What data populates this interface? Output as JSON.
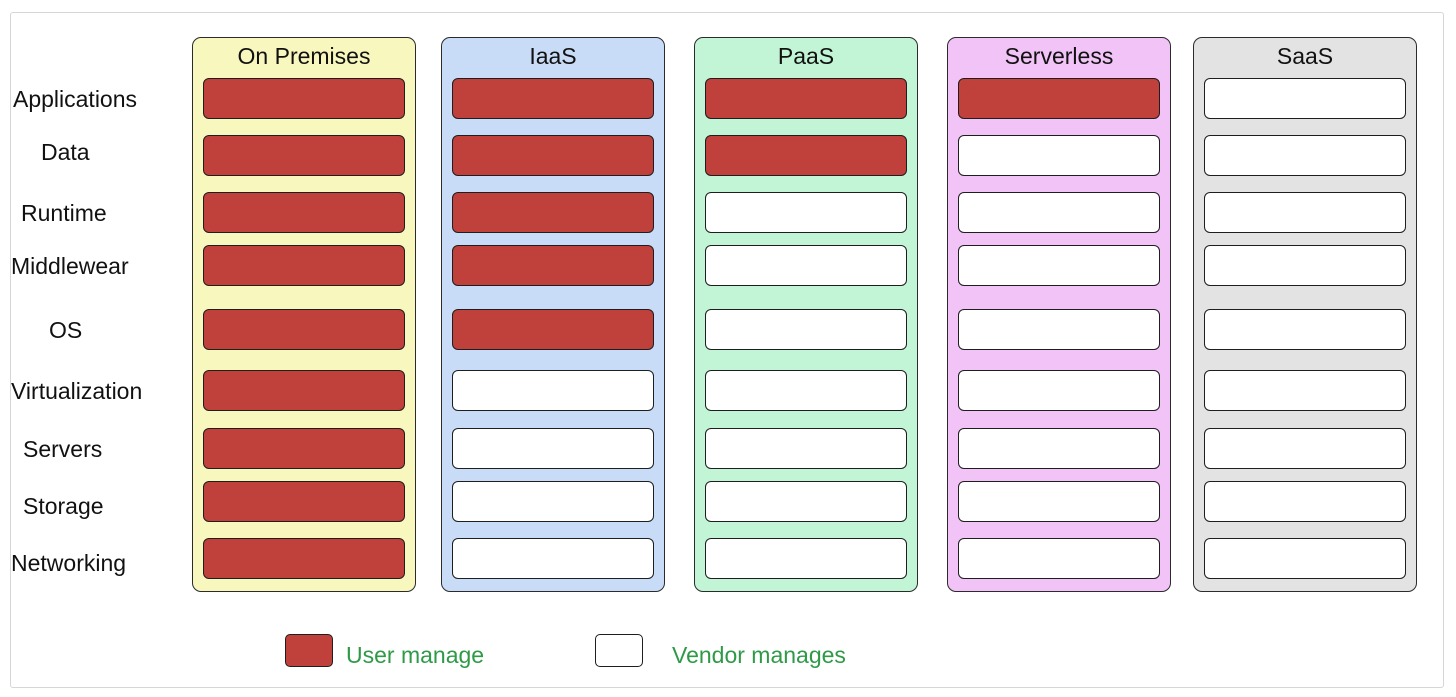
{
  "rows": [
    "Applications",
    "Data",
    "Runtime",
    "Middlewear",
    "OS",
    "Virtualization",
    "Servers",
    "Storage",
    "Networking"
  ],
  "columns": [
    {
      "title": "On Premises",
      "bg": "#f8f7be",
      "managed_by": [
        "user",
        "user",
        "user",
        "user",
        "user",
        "user",
        "user",
        "user",
        "user"
      ]
    },
    {
      "title": "IaaS",
      "bg": "#c9dcf7",
      "managed_by": [
        "user",
        "user",
        "user",
        "user",
        "user",
        "vendor",
        "vendor",
        "vendor",
        "vendor"
      ]
    },
    {
      "title": "PaaS",
      "bg": "#c2f5d5",
      "managed_by": [
        "user",
        "user",
        "vendor",
        "vendor",
        "vendor",
        "vendor",
        "vendor",
        "vendor",
        "vendor"
      ]
    },
    {
      "title": "Serverless",
      "bg": "#f2c3f7",
      "managed_by": [
        "user",
        "vendor",
        "vendor",
        "vendor",
        "vendor",
        "vendor",
        "vendor",
        "vendor",
        "vendor"
      ]
    },
    {
      "title": "SaaS",
      "bg": "#e3e3e3",
      "managed_by": [
        "vendor",
        "vendor",
        "vendor",
        "vendor",
        "vendor",
        "vendor",
        "vendor",
        "vendor",
        "vendor"
      ]
    }
  ],
  "legend": {
    "user": {
      "label": "User manage",
      "color": "#c0403c"
    },
    "vendor": {
      "label": "Vendor manages",
      "color": "#ffffff"
    },
    "text_color": "#2e9a47"
  }
}
